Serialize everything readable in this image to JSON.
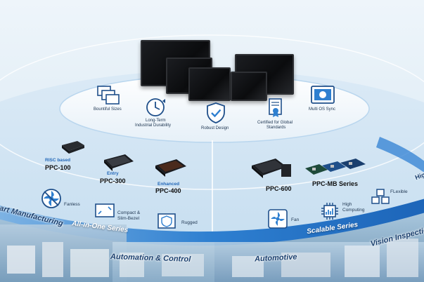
{
  "features": {
    "bountiful_sizes": "Bountiful Sizes",
    "long_term_line1": "Long-Term",
    "long_term_line2": "Industrial Durability",
    "robust_design": "Robust Design",
    "certified_line1": "Certified for Global",
    "certified_line2": "Standards",
    "multi_os": "Multi OS Sync"
  },
  "products": {
    "ppc100_sub": "RISC based",
    "ppc100_name": "PPC-100",
    "ppc300_sub": "Entry",
    "ppc300_name": "PPC-300",
    "ppc400_sub": "Enhanced",
    "ppc400_name": "PPC-400",
    "ppc600_name": "PPC-600",
    "ppcmb_name": "PPC-MB Series"
  },
  "aio_features": {
    "fanless": "Fanless",
    "compact_line1": "Compact &",
    "compact_line2": "Slim-Bezel",
    "rugged": "Rugged"
  },
  "scalable_features": {
    "fan": "Fan",
    "high_line1": "High",
    "high_line2": "Computing",
    "flexible": "FLexible"
  },
  "series": {
    "all_in_one": "All-in-One Series",
    "scalable": "Scalable Series"
  },
  "applications": {
    "smart_manufacturing": "art Manufacturing",
    "automation_control": "Automation & Control",
    "automotive": "Automotive",
    "vision_inspection": "Vision Inspectio",
    "high": "High"
  },
  "colors": {
    "accent_blue": "#1f6fc8",
    "band_blue": "#2a7fd0",
    "text_dark": "#233a55"
  }
}
